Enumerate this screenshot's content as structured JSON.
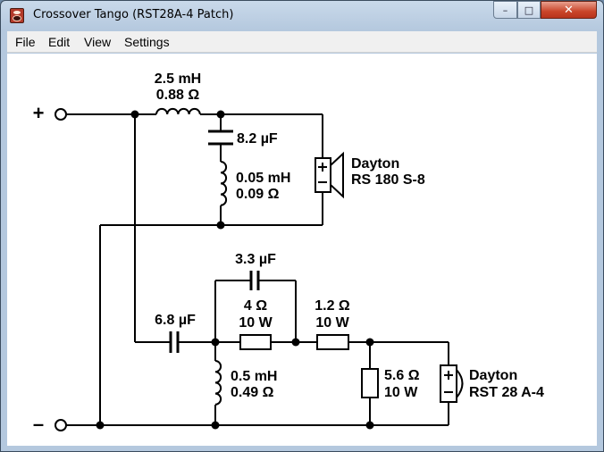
{
  "window": {
    "title": "Crossover Tango (RST28A-4 Patch)"
  },
  "controls": {
    "minimize": "–",
    "maximize": "□",
    "close": "✕"
  },
  "menu": [
    "File",
    "Edit",
    "View",
    "Settings"
  ],
  "terminals": {
    "plus": "+",
    "minus": "–"
  },
  "woofer": {
    "inductor_value": "2.5 mH",
    "inductor_resistance": "0.88 Ω",
    "capacitor": "8.2 µF",
    "notch_inductor_value": "0.05 mH",
    "notch_inductor_resistance": "0.09 Ω",
    "driver_brand": "Dayton",
    "driver_model": "RS 180 S-8"
  },
  "tweeter": {
    "series_capacitor": "6.8 µF",
    "bypass_capacitor": "3.3 µF",
    "resistor1_value": "4 Ω",
    "resistor1_power": "10 W",
    "resistor2_value": "1.2 Ω",
    "resistor2_power": "10 W",
    "shunt_inductor_value": "0.5 mH",
    "shunt_inductor_resistance": "0.49 Ω",
    "shunt_resistor_value": "5.6 Ω",
    "shunt_resistor_power": "10 W",
    "driver_brand": "Dayton",
    "driver_model": "RST 28 A-4"
  }
}
